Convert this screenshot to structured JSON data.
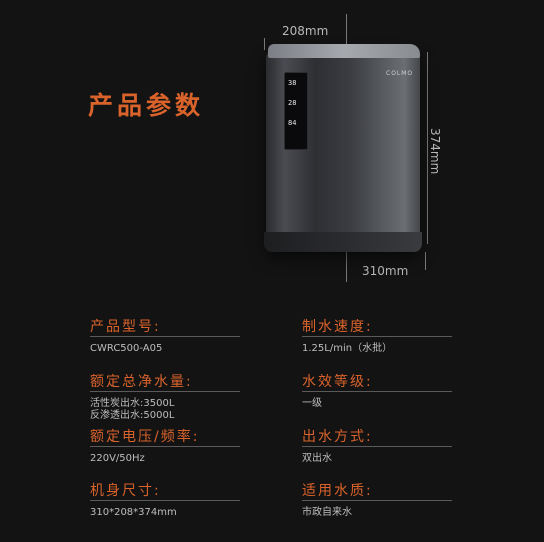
{
  "title": "产品参数",
  "dimensions": {
    "width": "208mm",
    "height": "374mm",
    "depth": "310mm"
  },
  "product_display": {
    "line1": "38",
    "line2": "28",
    "line3": "84",
    "logo": "COLMO"
  },
  "specs": [
    {
      "label": "产品型号:",
      "values": [
        "CWRC500-A05"
      ]
    },
    {
      "label": "制水速度:",
      "values": [
        "1.25L/min（水批）"
      ]
    },
    {
      "label": "额定总净水量:",
      "values": [
        "活性炭出水:3500L",
        "反渗透出水:5000L"
      ]
    },
    {
      "label": "水效等级:",
      "values": [
        "一级"
      ]
    },
    {
      "label": "额定电压/频率:",
      "values": [
        "220V/50Hz"
      ]
    },
    {
      "label": "出水方式:",
      "values": [
        "双出水"
      ]
    },
    {
      "label": "机身尺寸:",
      "values": [
        "310*208*374mm"
      ]
    },
    {
      "label": "适用水质:",
      "values": [
        "市政自来水"
      ]
    }
  ]
}
